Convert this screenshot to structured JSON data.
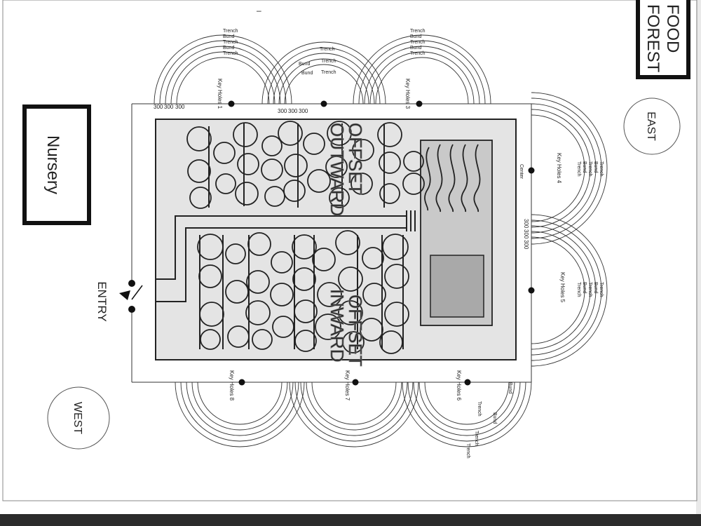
{
  "title_box": {
    "line1": "FOOD",
    "line2": "FOREST"
  },
  "nursery_label": "Nursery",
  "entry_label": "ENTRY",
  "east_label": "EAST",
  "west_label": "WEST",
  "center_label": "Center",
  "overlay_text": {
    "top_line1": "OFFSET",
    "top_line2": "OUTWARD",
    "bottom_line1": "OFFSET",
    "bottom_line2": "INWARD"
  },
  "keyholes": {
    "kh1": "Key Holes 1",
    "kh3": "Key Holes 3",
    "kh4": "Key Holes 4",
    "kh5": "Key Holes 5",
    "kh6": "Key Holes 6",
    "kh7": "Key Holes 7",
    "kh8": "Key Holes 8"
  },
  "earthworks": {
    "trench": "Trench",
    "bund": "Bund"
  },
  "dimensions": {
    "d300": "300"
  },
  "marks": {
    "top_dash": "–"
  }
}
